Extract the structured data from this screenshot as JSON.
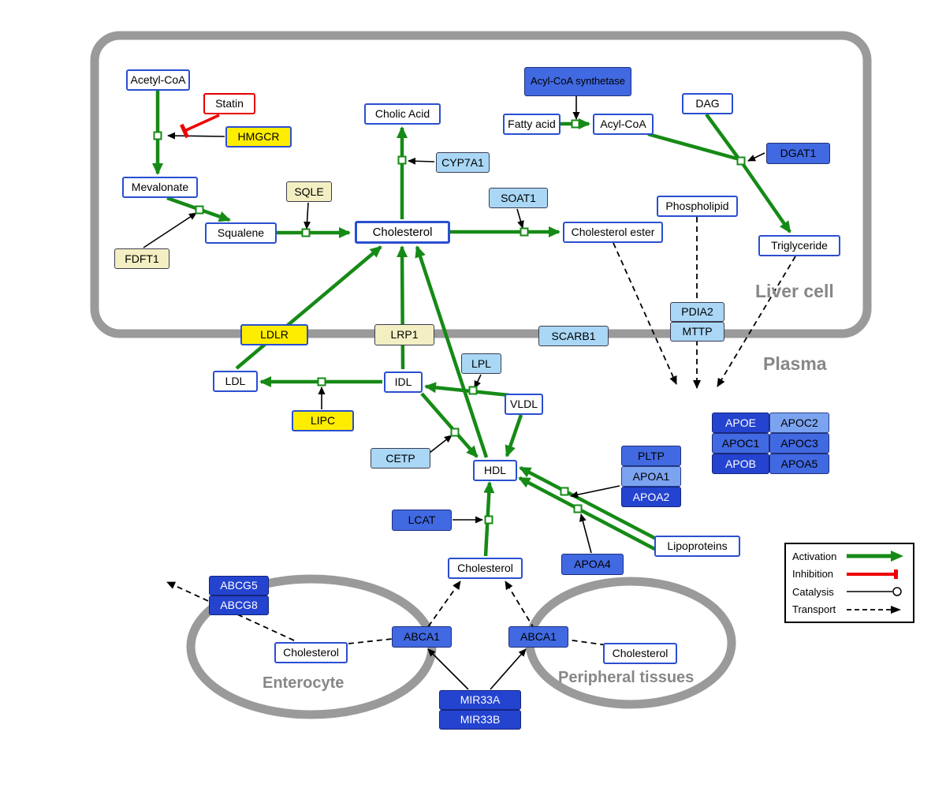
{
  "regions": {
    "liver": "Liver cell",
    "plasma": "Plasma",
    "enterocyte": "Enterocyte",
    "peripheral": "Peripheral tissues"
  },
  "legend": {
    "activation": "Activation",
    "inhibition": "Inhibition",
    "catalysis": "Catalysis",
    "transport": "Transport"
  },
  "colors": {
    "activation_green": "#168a16",
    "inhibition_red": "#ee0000",
    "membrane_gray": "#9a9a9a",
    "node_border_blue": "#2a4fd0",
    "highlight_yellow": "#ffed00",
    "cream": "#f3efc2",
    "light_blue": "#a9d7f5",
    "royal_blue": "#4169e1",
    "dark_blue": "#2443cf"
  },
  "nodes": {
    "acetyl_coa": {
      "label": "Acetyl-CoA"
    },
    "statin": {
      "label": "Statin"
    },
    "hmgcr": {
      "label": "HMGCR"
    },
    "mevalonate": {
      "label": "Mevalonate"
    },
    "fdft1": {
      "label": "FDFT1"
    },
    "squalene": {
      "label": "Squalene"
    },
    "sqle": {
      "label": "SQLE"
    },
    "cholesterol_liver": {
      "label": "Cholesterol"
    },
    "cholic_acid": {
      "label": "Cholic Acid"
    },
    "cyp7a1": {
      "label": "CYP7A1"
    },
    "soat1": {
      "label": "SOAT1"
    },
    "cholesterol_ester": {
      "label": "Cholesterol ester"
    },
    "acyl_coa_synthetase": {
      "label": "Acyl-CoA synthetase"
    },
    "fatty_acid": {
      "label": "Fatty acid"
    },
    "acyl_coa": {
      "label": "Acyl-CoA"
    },
    "dag": {
      "label": "DAG"
    },
    "dgat1": {
      "label": "DGAT1"
    },
    "phospholipid": {
      "label": "Phospholipid"
    },
    "triglyceride": {
      "label": "Triglyceride"
    },
    "pdia2": {
      "label": "PDIA2"
    },
    "mttp": {
      "label": "MTTP"
    },
    "ldlr": {
      "label": "LDLR"
    },
    "lrp1": {
      "label": "LRP1"
    },
    "scarb1": {
      "label": "SCARB1"
    },
    "ldl": {
      "label": "LDL"
    },
    "idl": {
      "label": "IDL"
    },
    "lpl": {
      "label": "LPL"
    },
    "vldl": {
      "label": "VLDL"
    },
    "lipc": {
      "label": "LIPC"
    },
    "cetp": {
      "label": "CETP"
    },
    "hdl": {
      "label": "HDL"
    },
    "pltp": {
      "label": "PLTP"
    },
    "apoa1": {
      "label": "APOA1"
    },
    "apoa2": {
      "label": "APOA2"
    },
    "apoe": {
      "label": "APOE"
    },
    "apoc2": {
      "label": "APOC2"
    },
    "apoc1": {
      "label": "APOC1"
    },
    "apoc3": {
      "label": "APOC3"
    },
    "apob": {
      "label": "APOB"
    },
    "apoa5": {
      "label": "APOA5"
    },
    "lcat": {
      "label": "LCAT"
    },
    "apoa4": {
      "label": "APOA4"
    },
    "lipoproteins": {
      "label": "Lipoproteins"
    },
    "cholesterol_plasma": {
      "label": "Cholesterol"
    },
    "abcg5": {
      "label": "ABCG5"
    },
    "abcg8": {
      "label": "ABCG8"
    },
    "cholesterol_enterocyte": {
      "label": "Cholesterol"
    },
    "abca1_enterocyte": {
      "label": "ABCA1"
    },
    "abca1_peripheral": {
      "label": "ABCA1"
    },
    "cholesterol_peripheral": {
      "label": "Cholesterol"
    },
    "mir33a": {
      "label": "MIR33A"
    },
    "mir33b": {
      "label": "MIR33B"
    }
  }
}
